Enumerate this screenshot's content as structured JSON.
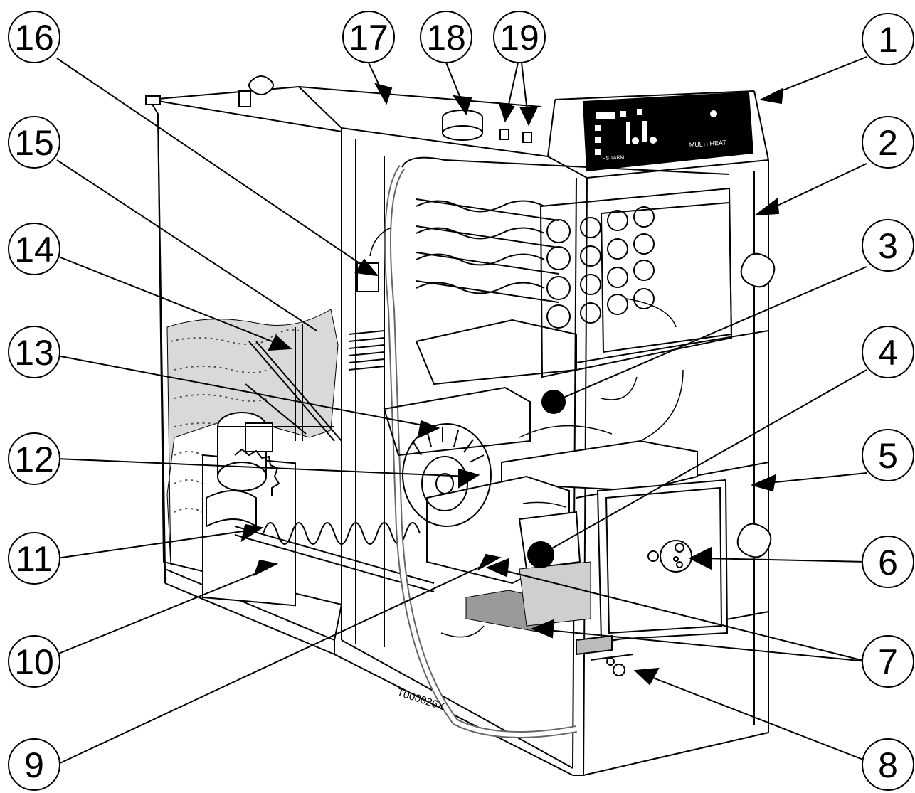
{
  "callouts": [
    {
      "id": "1",
      "label": "1"
    },
    {
      "id": "2",
      "label": "2"
    },
    {
      "id": "3",
      "label": "3"
    },
    {
      "id": "4",
      "label": "4"
    },
    {
      "id": "5",
      "label": "5"
    },
    {
      "id": "6",
      "label": "6"
    },
    {
      "id": "7",
      "label": "7"
    },
    {
      "id": "8",
      "label": "8"
    },
    {
      "id": "9",
      "label": "9"
    },
    {
      "id": "10",
      "label": "10"
    },
    {
      "id": "11",
      "label": "11"
    },
    {
      "id": "12",
      "label": "12"
    },
    {
      "id": "13",
      "label": "13"
    },
    {
      "id": "14",
      "label": "14"
    },
    {
      "id": "15",
      "label": "15"
    },
    {
      "id": "16",
      "label": "16"
    },
    {
      "id": "17",
      "label": "17"
    },
    {
      "id": "18",
      "label": "18"
    },
    {
      "id": "19",
      "label": "19"
    }
  ],
  "control_panel": {
    "brand_text": "MULTI HEAT",
    "maker_text": "HS TARM"
  },
  "figure_code": "T000026X"
}
